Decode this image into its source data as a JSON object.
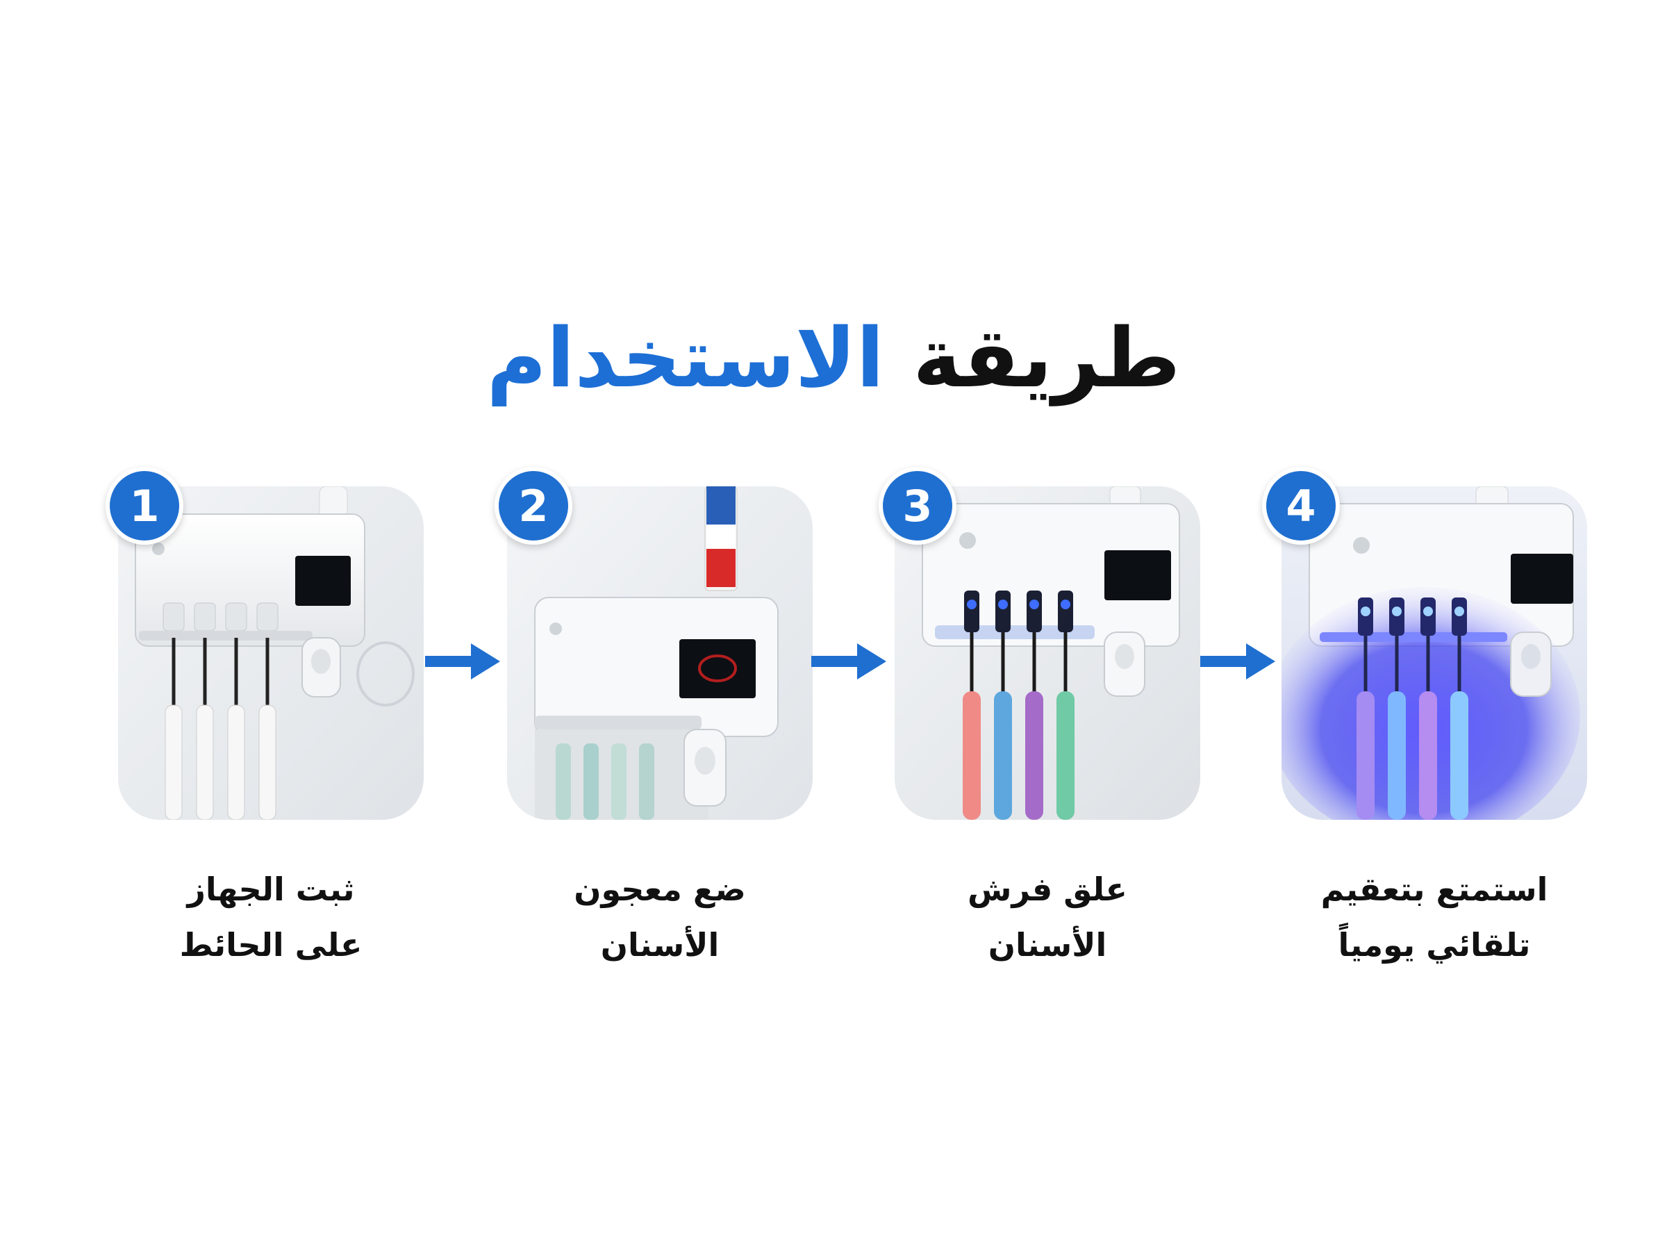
{
  "title": {
    "part_black": "طريقة",
    "part_blue": "الاستخدام"
  },
  "colors": {
    "accent_blue": "#1d6fd6",
    "text": "#111111"
  },
  "steps": [
    {
      "number": "1",
      "line1": "ثبت الجهاز",
      "line2": "على الحائط"
    },
    {
      "number": "2",
      "line1": "ضع معجون",
      "line2": "الأسنان"
    },
    {
      "number": "3",
      "line1": "علق فرش",
      "line2": "الأسنان"
    },
    {
      "number": "4",
      "line1": "استمتع بتعقيم",
      "line2": "تلقائي يومياً"
    }
  ]
}
